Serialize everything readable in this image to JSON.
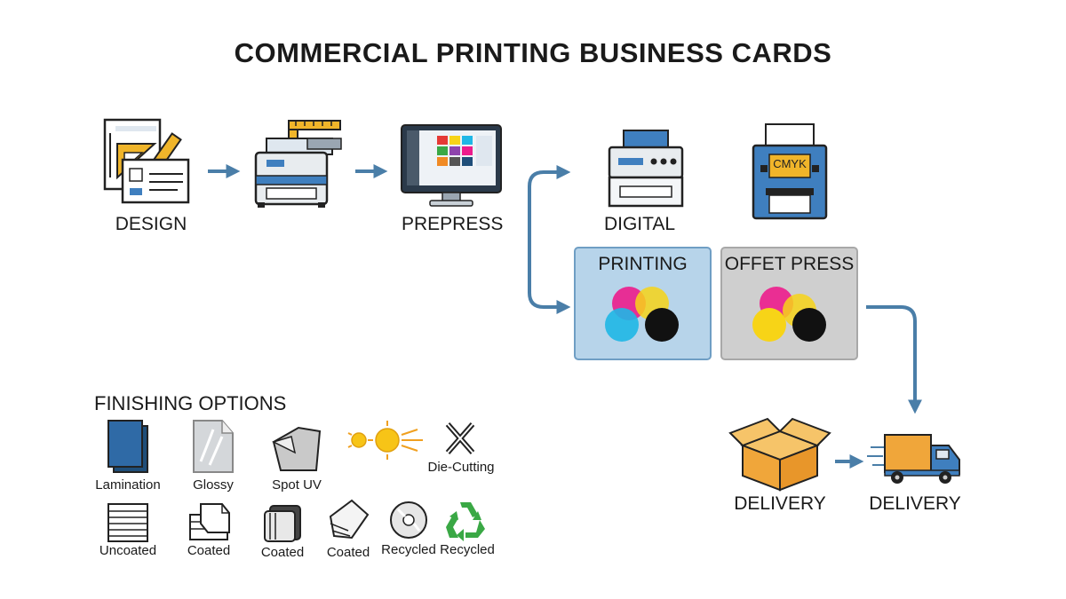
{
  "title": "COMMERCIAL PRINTING BUSINESS CARDS",
  "colors": {
    "arrow": "#4a7ea8",
    "icon_blue": "#3f7fbf",
    "dark_blue": "#1f4e79",
    "printing_box": "#b7d4ea",
    "offset_box": "#cfcfcf",
    "cyan": "#1fb7e6",
    "magenta": "#ec1c8c",
    "yellow": "#f7d417",
    "black": "#111111",
    "recycle_green": "#3aa845",
    "orange_box": "#f0a63a"
  },
  "steps": {
    "design": {
      "label": "DESIGN",
      "icon": "design-tools-icon"
    },
    "printer": {
      "icon": "printer-icon"
    },
    "prepress": {
      "label": "PREPRESS",
      "icon": "monitor-icon"
    },
    "digital": {
      "label": "DIGITAL",
      "icon": "digital-printer-icon"
    },
    "offset_machine": {
      "icon": "offset-press-icon",
      "badge": "CMYK"
    },
    "printing_box": {
      "label": "PRINTING",
      "icon": "cmyk-circles-icon"
    },
    "offset_box": {
      "label": "OFFET PRESS",
      "icon": "cmyk-circles-icon"
    },
    "delivery_box": {
      "label": "DELIVERY",
      "icon": "package-icon"
    },
    "delivery_truck": {
      "label": "DELIVERY",
      "icon": "truck-icon"
    }
  },
  "finishing": {
    "title": "FINISHING OPTIONS",
    "row1": [
      {
        "label": "Lamination",
        "icon": "lamination-icon"
      },
      {
        "label": "Glossy",
        "icon": "glossy-paper-icon"
      },
      {
        "label": "Spot UV",
        "icon": "spot-uv-icon"
      },
      {
        "label": "",
        "icon": "sun-icon"
      },
      {
        "label": "Die-Cutting",
        "icon": "die-cut-icon"
      }
    ],
    "row2": [
      {
        "label": "Uncoated",
        "icon": "uncoated-stack-icon"
      },
      {
        "label": "Coated",
        "icon": "coated-stack-icon"
      },
      {
        "label": "Coated",
        "icon": "coated-roll-icon"
      },
      {
        "label": "Coated",
        "icon": "coated-card-icon"
      },
      {
        "label": "Recycled",
        "icon": "recycled-disc-icon"
      },
      {
        "label": "Recycled",
        "icon": "recycle-symbol-icon"
      }
    ]
  }
}
